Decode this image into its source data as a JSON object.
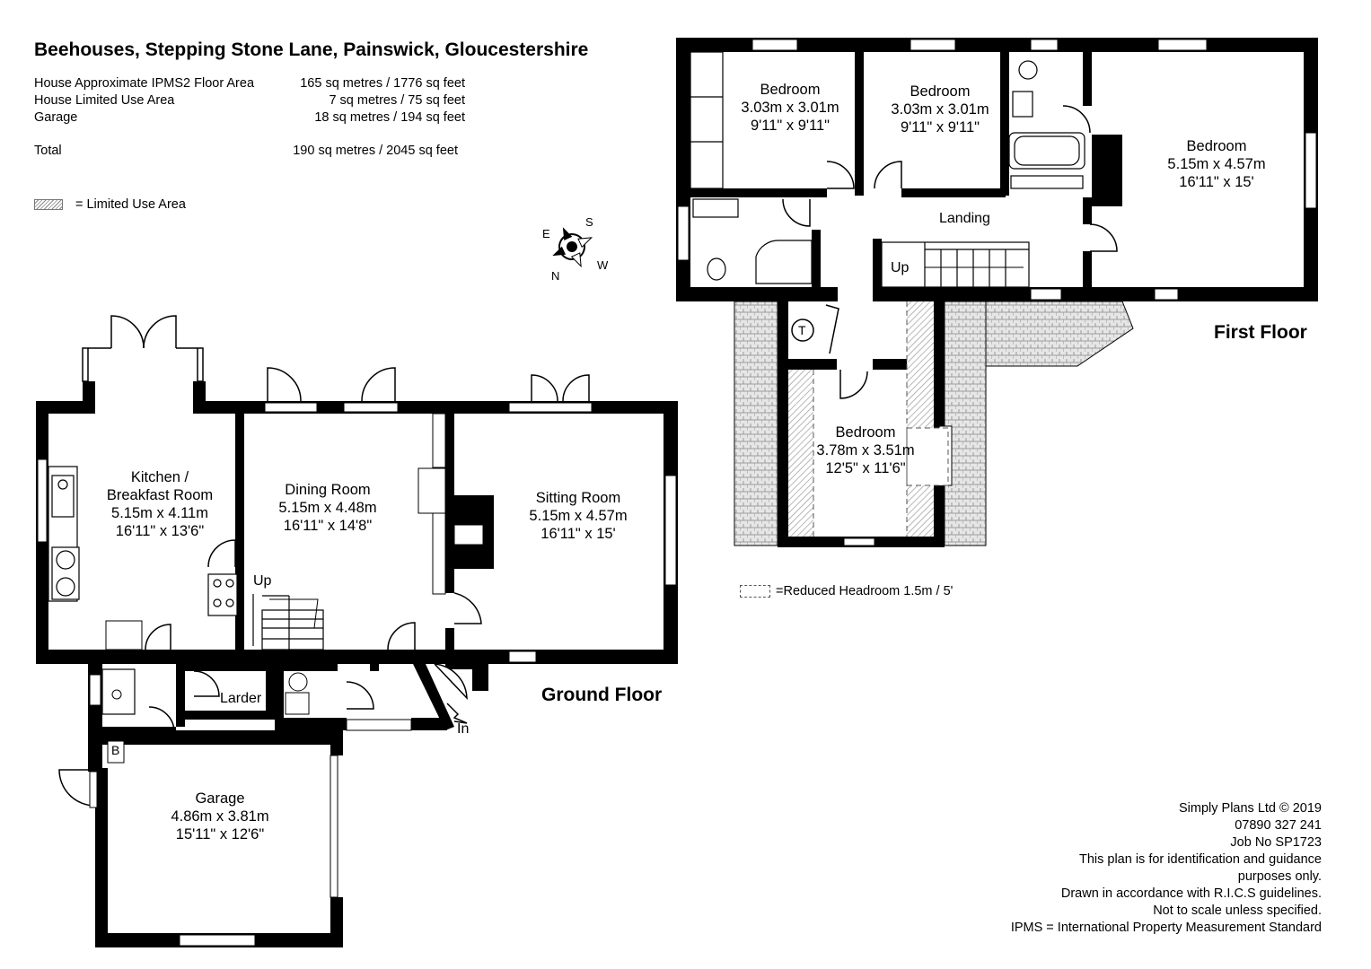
{
  "header": {
    "title": "Beehouses, Stepping Stone Lane, Painswick, Gloucestershire"
  },
  "areas": [
    {
      "label": "House Approximate IPMS2 Floor Area",
      "value": "165 sq metres /  1776 sq feet"
    },
    {
      "label": "House Limited Use Area",
      "value": "7 sq metres /     75 sq feet"
    },
    {
      "label": "Garage",
      "value": "18 sq metres /   194 sq feet"
    }
  ],
  "total": {
    "label": "Total",
    "value": "190 sq metres / 2045 sq feet"
  },
  "legend": {
    "limited_use": "= Limited Use Area",
    "reduced_headroom": "=Reduced Headroom  1.5m / 5'"
  },
  "compass": {
    "icon": "compass-icon",
    "n": "N",
    "e": "E",
    "s": "S",
    "w": "W"
  },
  "ground_floor": {
    "label": "Ground Floor",
    "rooms": {
      "kitchen": {
        "name1": "Kitchen /",
        "name2": "Breakfast Room",
        "metric": "5.15m x 4.11m",
        "imperial": "16'11\" x 13'6\""
      },
      "dining": {
        "name": "Dining Room",
        "metric": "5.15m x 4.48m",
        "imperial": "16'11\" x 14'8\""
      },
      "sitting": {
        "name": "Sitting Room",
        "metric": "5.15m x 4.57m",
        "imperial": "16'11\" x 15'"
      },
      "garage": {
        "name": "Garage",
        "metric": "4.86m x 3.81m",
        "imperial": "15'11\" x 12'6\""
      },
      "larder": {
        "name": "Larder"
      }
    },
    "up": "Up",
    "in": "In",
    "boiler": "B"
  },
  "first_floor": {
    "label": "First Floor",
    "rooms": {
      "bed1": {
        "name": "Bedroom",
        "metric": "3.03m x 3.01m",
        "imperial": "9'11\" x 9'11\""
      },
      "bed2": {
        "name": "Bedroom",
        "metric": "3.03m x 3.01m",
        "imperial": "9'11\" x 9'11\""
      },
      "bed3": {
        "name": "Bedroom",
        "metric": "5.15m x 4.57m",
        "imperial": "16'11\" x 15'"
      },
      "bed4": {
        "name": "Bedroom",
        "metric": "3.78m x 3.51m",
        "imperial": "12'5\" x 11'6\""
      },
      "landing": {
        "name": "Landing"
      }
    },
    "up": "Up",
    "tank": "T"
  },
  "footer": {
    "lines": [
      "Simply Plans Ltd © 2019",
      "07890 327 241",
      "Job No SP1723",
      "This plan is for identification and guidance",
      "purposes only.",
      "Drawn in accordance with R.I.C.S guidelines.",
      "Not to scale unless specified.",
      "IPMS = International Property Measurement Standard"
    ]
  }
}
